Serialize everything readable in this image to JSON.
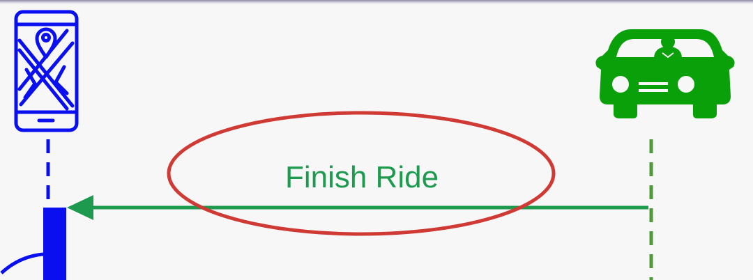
{
  "message": {
    "label": "Finish Ride",
    "direction": "driver-to-phone"
  },
  "participants": [
    {
      "id": "phone",
      "icon": "phone-map-icon"
    },
    {
      "id": "driver",
      "icon": "car-driver-icon"
    }
  ],
  "colors": {
    "background": "#f7f7f8",
    "phone_blue": "#0a0ff0",
    "driver_green": "#0aa00a",
    "message_green": "#1e9a4e",
    "lifeline_green": "#4e9a3a",
    "highlight_red": "#d03a34"
  }
}
